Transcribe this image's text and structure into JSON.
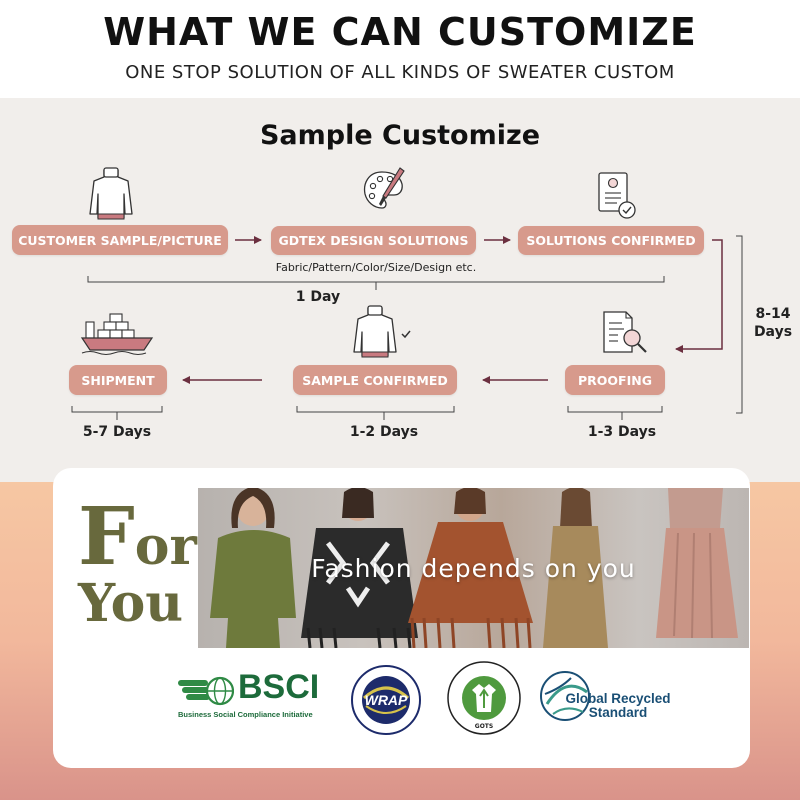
{
  "header": {
    "title": "WHAT WE CAN CUSTOMIZE",
    "subtitle": "ONE STOP SOLUTION OF ALL KINDS OF SWEATER CUSTOM"
  },
  "process": {
    "title": "Sample Customize",
    "steps": [
      {
        "label": "CUSTOMER SAMPLE/PICTURE",
        "icon": "turtleneck-sweater-icon"
      },
      {
        "label": "GDTEX DESIGN SOLUTIONS",
        "icon": "palette-brush-icon"
      },
      {
        "label": "SOLUTIONS CONFIRMED",
        "icon": "certificate-document-icon"
      },
      {
        "label": "PROOFING",
        "icon": "document-search-icon"
      },
      {
        "label": "SAMPLE CONFIRMED",
        "icon": "sweater-check-icon"
      },
      {
        "label": "SHIPMENT",
        "icon": "cargo-ship-icon"
      }
    ],
    "design_note": "Fabric/Pattern/Color/Size/Design etc.",
    "durations": {
      "design": "1 Day",
      "total_line1": "8-14",
      "total_line2": "Days",
      "proofing": "1-3 Days",
      "sample_confirmed": "1-2 Days",
      "shipment": "5-7 Days"
    },
    "colors": {
      "pill": "#d79a8c",
      "arrow": "#6b2f3f",
      "panel": "#f1eeeb"
    }
  },
  "promo": {
    "for_letter": "F",
    "for_rest": "or",
    "you": "You",
    "banner_text": "Fashion depends on you",
    "accent": "#68693d"
  },
  "certifications": {
    "bsci_name": "BSCI",
    "bsci_tagline": "Business Social Compliance Initiative",
    "wrap_name": "WRAP",
    "gots_name": "GOTS",
    "grs_line1": "Global Recycled",
    "grs_line2": "Standard"
  }
}
